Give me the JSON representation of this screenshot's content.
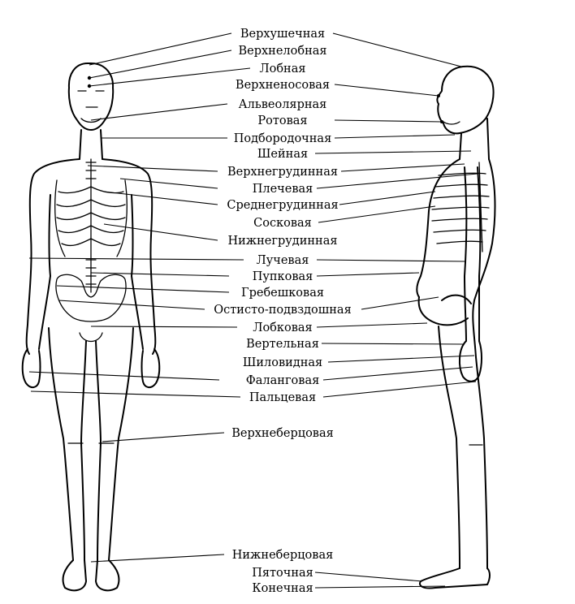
{
  "labels": [
    "Верхушечная",
    "Верхнелобная",
    "Лобная",
    "Верхненосовая",
    "Альвеолярная",
    "Ротовая",
    "Подбородочная",
    "Шейная",
    "Верхнегрудинная",
    "Плечевая",
    "Среднегрудинная",
    "Сосковая",
    "Нижнегрудинная",
    "Лучевая",
    "Пупковая",
    "Гребешковая",
    "Остисто-подвздошная",
    "Лобковая",
    "Вертельная",
    "Шиловидная",
    "Фаланговая",
    "Пальцевая",
    "Верхнеберцовая",
    "Нижнеберцовая",
    "Пяточная",
    "Конечная"
  ]
}
